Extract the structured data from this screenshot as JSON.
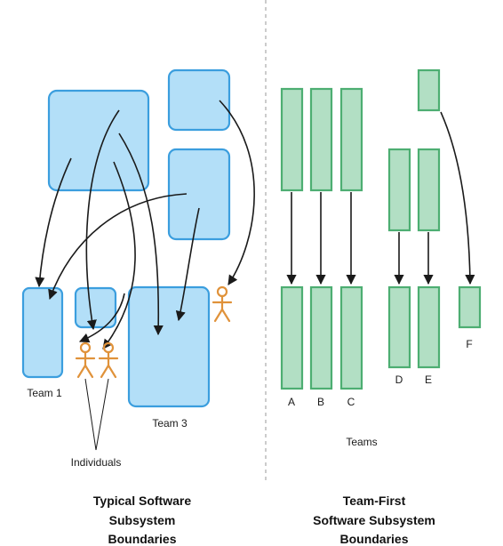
{
  "left_panel": {
    "team1_label": "Team 1",
    "team3_label": "Team 3",
    "individuals_label": "Individuals",
    "caption_lines": [
      "Typical Software",
      "Subsystem",
      "Boundaries"
    ]
  },
  "right_panel": {
    "stream_labels": [
      "A",
      "B",
      "C",
      "D",
      "E",
      "F"
    ],
    "teams_label": "Teams",
    "caption_lines": [
      "Team-First",
      "Software Subsystem",
      "Boundaries"
    ]
  },
  "colors": {
    "blue_fill": "#b3dff8",
    "blue_stroke": "#3b9ede",
    "green_fill": "#b2dfc4",
    "green_stroke": "#4dae72",
    "person": "#e0923a"
  },
  "icons": [
    "person-icon"
  ]
}
